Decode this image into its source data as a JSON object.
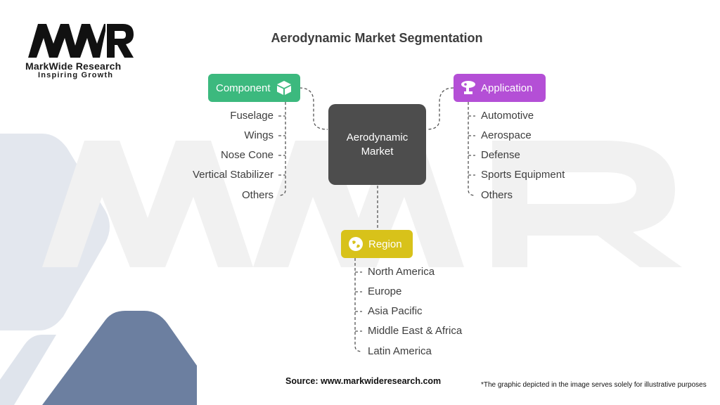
{
  "logo": {
    "mark": "MWR",
    "name": "MarkWide Research",
    "tagline": "Inspiring Growth"
  },
  "title": "Aerodynamic Market Segmentation",
  "center": {
    "line1": "Aerodynamic",
    "line2": "Market"
  },
  "categories": {
    "component": {
      "label": "Component",
      "color": "#3cb97e",
      "icon": "cube-icon",
      "items": [
        "Fuselage",
        "Wings",
        "Nose Cone",
        "Vertical Stabilizer",
        "Others"
      ]
    },
    "application": {
      "label": "Application",
      "color": "#b44fd6",
      "icon": "robot-arm-icon",
      "items": [
        "Automotive",
        "Aerospace",
        "Defense",
        "Sports Equipment",
        "Others"
      ]
    },
    "region": {
      "label": "Region",
      "color": "#d8c21a",
      "icon": "globe-icon",
      "items": [
        "North America",
        "Europe",
        "Asia Pacific",
        "Middle East & Africa",
        "Latin America"
      ]
    }
  },
  "footer": {
    "source": "Source: www.markwideresearch.com",
    "note": "*The graphic depicted in the image serves solely for illustrative purposes"
  }
}
